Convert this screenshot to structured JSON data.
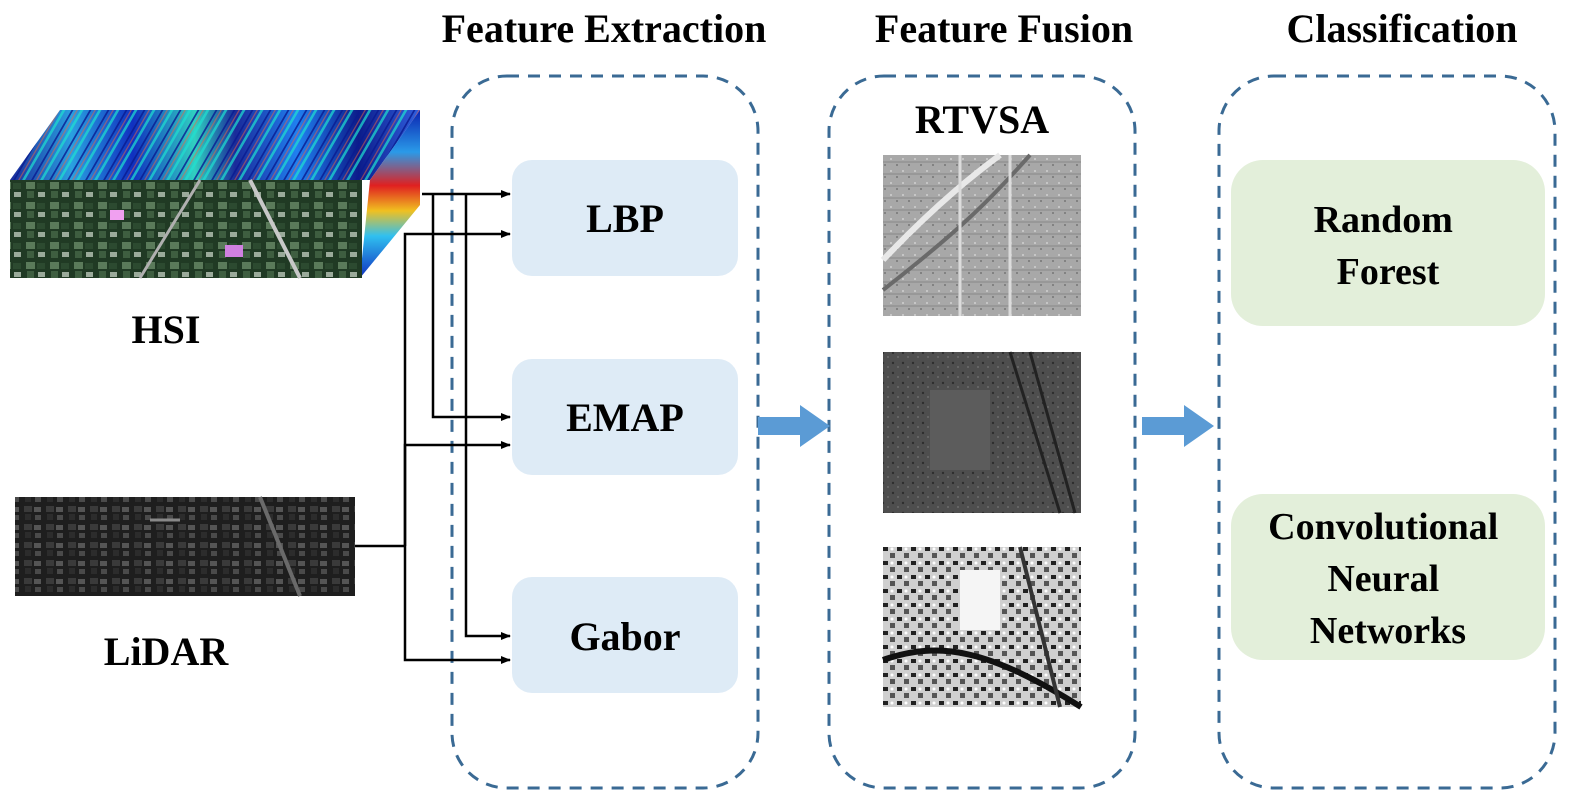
{
  "stages": {
    "extraction": "Feature Extraction",
    "fusion": "Feature Fusion",
    "classification": "Classification"
  },
  "inputs": {
    "hsi": "HSI",
    "lidar": "LiDAR"
  },
  "extractors": [
    "LBP",
    "EMAP",
    "Gabor"
  ],
  "fusion_method": "RTVSA",
  "classifiers": [
    [
      "Random",
      "Forest"
    ],
    [
      "Convolutional",
      "Neural",
      "Networks"
    ]
  ],
  "colors": {
    "dashed_border": "#3a6a94",
    "extractor_fill": "#deebf6",
    "classifier_fill": "#e3efda",
    "flow_arrow": "#5b9bd5"
  }
}
